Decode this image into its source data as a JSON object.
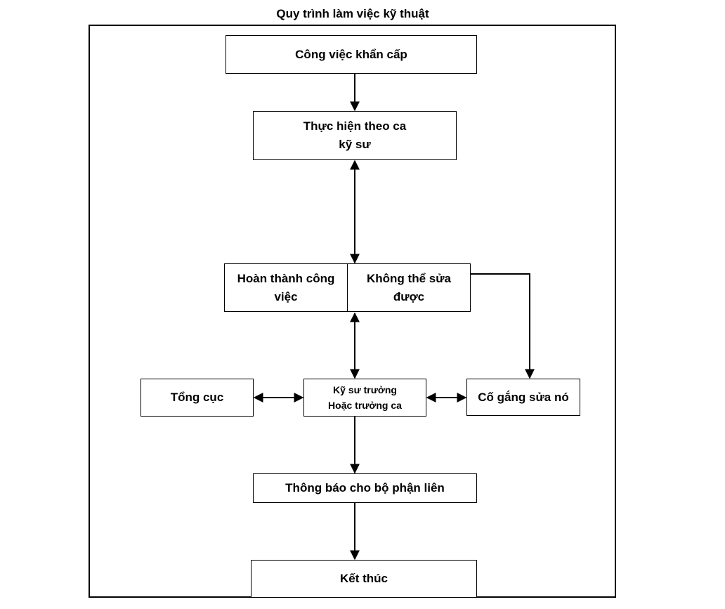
{
  "title": "Quy trình làm việc kỹ thuật",
  "nodes": {
    "urgent": "Công việc khẩn cấp",
    "shift_line1": "Thực hiện theo ca",
    "shift_line2": "kỹ sư",
    "complete_line1": "Hoàn thành công",
    "complete_line2": "việc",
    "cannot_fix_line1": "Không thể sửa",
    "cannot_fix_line2": "được",
    "general_dept": "Tổng cục",
    "chief_line1": "Kỹ sư trưởng",
    "chief_line2": "Hoặc trưởng ca",
    "try_fix": "Cố gắng sửa nó",
    "notify": "Thông báo cho bộ phận liên",
    "end": "Kết thúc"
  }
}
